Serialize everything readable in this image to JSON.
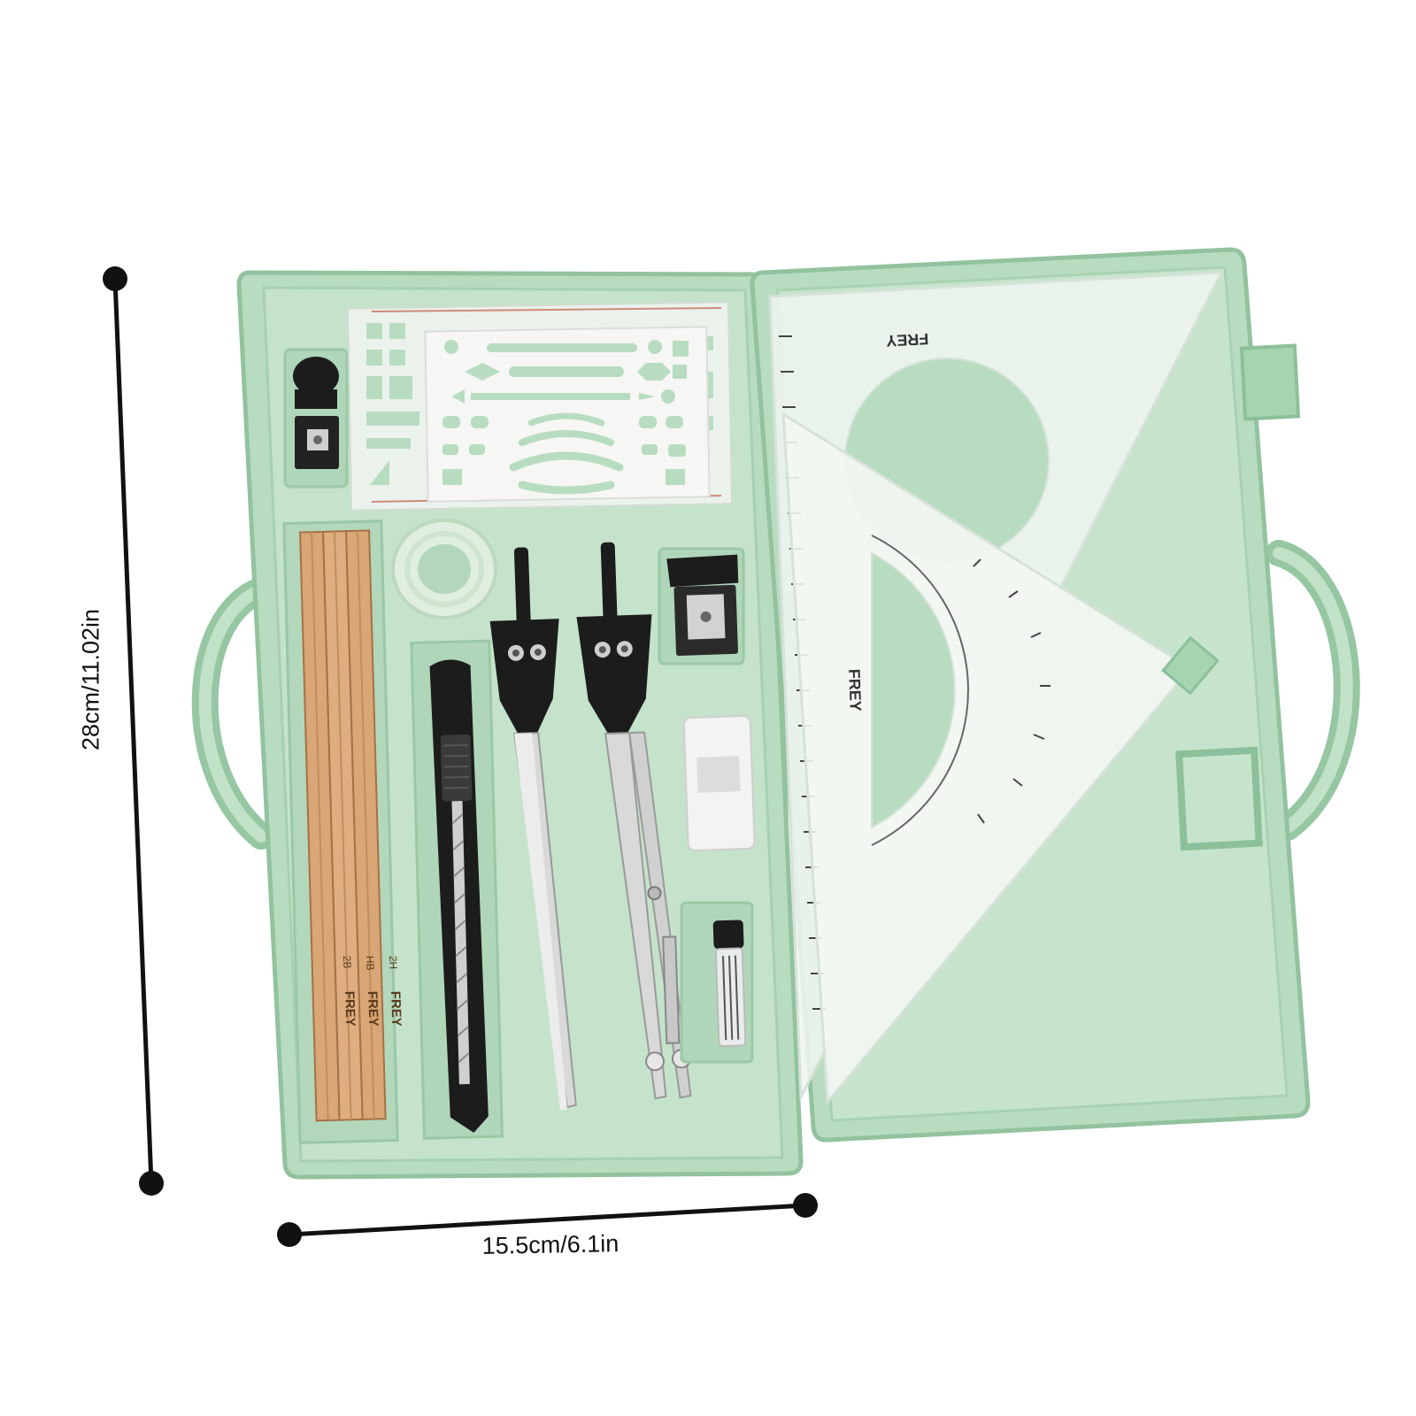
{
  "dimensions": {
    "height_label": "28cm/11.02in",
    "width_label": "15.5cm/6.1in"
  },
  "product": {
    "brand": "FREY",
    "pencil_grades": [
      "2B",
      "HB",
      "2H"
    ]
  },
  "colors": {
    "case_green": "#b8dcc0",
    "case_rim": "#96c6a2",
    "case_inner": "#c9e6cf",
    "pencil_wood": "#d9a676",
    "tool_black": "#1c1c1c",
    "metal": "#d9d9d9"
  },
  "icons": {
    "height_marker": "line-with-dot-ends",
    "width_marker": "line-with-dot-ends"
  }
}
